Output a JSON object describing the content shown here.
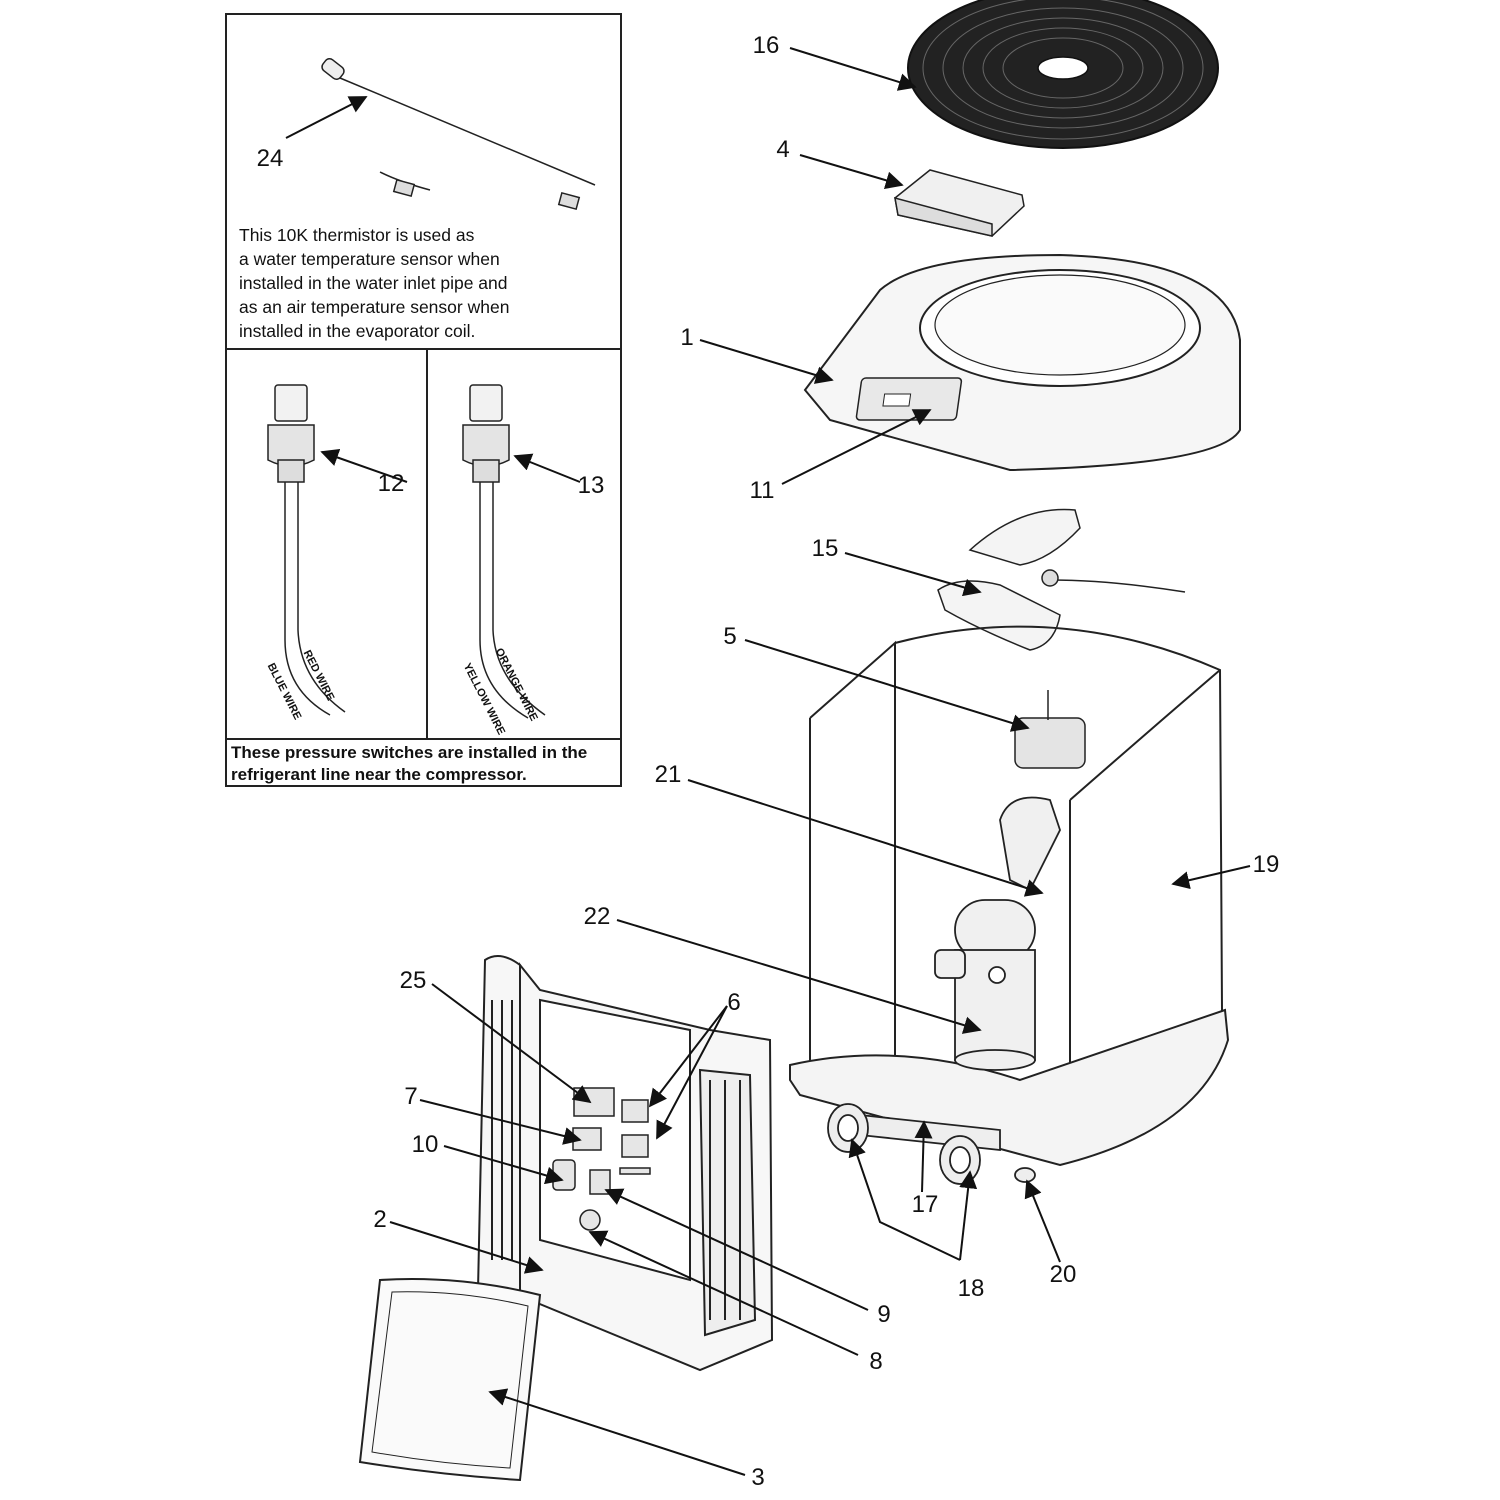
{
  "inset": {
    "thermistor_note": "This 10K thermistor is used as\na water temperature sensor when\ninstalled in the water inlet pipe and\nas an air temperature sensor when\ninstalled in the evaporator coil.",
    "pressure_note": "These pressure switches are installed in the\nrefrigerant line near the compressor.",
    "wires": {
      "red": "RED WIRE",
      "blue": "BLUE WIRE",
      "orange": "ORANGE WIRE",
      "yellow": "YELLOW WIRE"
    }
  },
  "callouts": {
    "c1": "1",
    "c2": "2",
    "c3": "3",
    "c4": "4",
    "c5": "5",
    "c6": "6",
    "c7": "7",
    "c8": "8",
    "c9": "9",
    "c10": "10",
    "c11": "11",
    "c12": "12",
    "c13": "13",
    "c15": "15",
    "c16": "16",
    "c17": "17",
    "c18": "18",
    "c19": "19",
    "c20": "20",
    "c21": "21",
    "c22": "22",
    "c24": "24",
    "c25": "25"
  }
}
